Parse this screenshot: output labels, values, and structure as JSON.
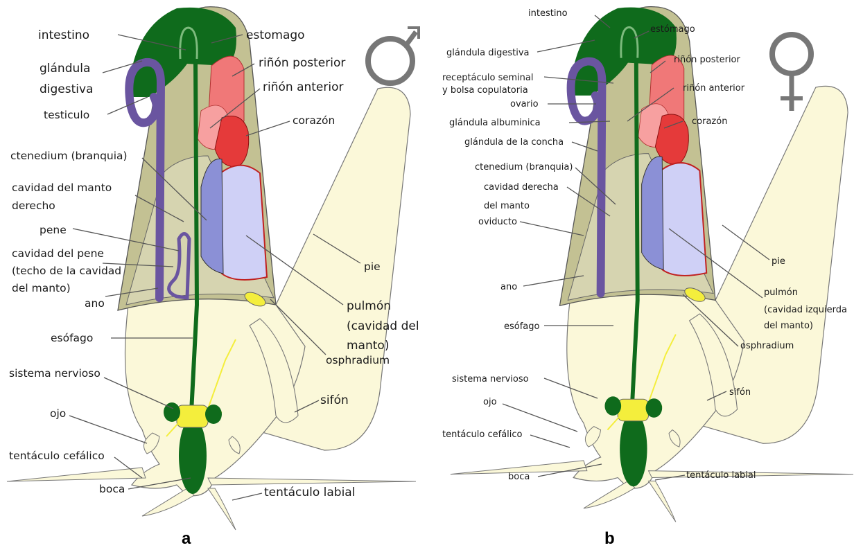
{
  "colors": {
    "body_cream": "#fbf8d9",
    "mantle_olive": "#c3c193",
    "digestive_green": "#0f6b1c",
    "gonad_purple": "#6a55a0",
    "kidney_red": "#f07878",
    "heart_red": "#e53a3a",
    "lung_lavender": "#cfd0f6",
    "gill_blue": "#8b90d6",
    "nerve_yellow": "#f4ee3c",
    "symbol_gray": "#777777"
  },
  "panels": [
    {
      "letter": "a",
      "symbol": "male-symbol",
      "labels": {
        "intestino": "intestino",
        "estomago": "estomago",
        "glandula_1": "glándula",
        "glandula_2": "digestiva",
        "rinon_posterior": "riñón posterior",
        "rinon_anterior": "riñón anterior",
        "testiculo": "testiculo",
        "corazon": "corazón",
        "ctenedium": "ctenedium (branquia)",
        "cavidad_manto_1": "cavidad del manto",
        "cavidad_manto_2": "derecho",
        "pene": "pene",
        "cavidad_pene_1": "cavidad del pene",
        "cavidad_pene_2": "(techo de la cavidad",
        "cavidad_pene_3": "del manto)",
        "ano": "ano",
        "pie": "pie",
        "pulmon_1": "pulmón",
        "pulmon_2": "(cavidad del",
        "pulmon_3": "manto)",
        "osphradium": "osphradium",
        "esofago": "esófago",
        "sistema_nervioso": "sistema nervioso",
        "sifon": "sifón",
        "ojo": "ojo",
        "tentaculo_cefalico": "tentáculo cefálico",
        "boca": "boca",
        "tentaculo_labial": "tentáculo labial"
      }
    },
    {
      "letter": "b",
      "symbol": "female-symbol",
      "labels": {
        "intestino": "intestino",
        "estomago": "estómago",
        "glandula_digestiva": "glándula digestiva",
        "rinon_posterior": "riñón posterior",
        "receptaculo_1": "receptáculo seminal",
        "receptaculo_2": "y bolsa copulatoria",
        "ovario": "ovario",
        "rinon_anterior": "riñón anterior",
        "glandula_albuminica": "glándula albuminica",
        "corazon": "corazón",
        "glandula_concha": "glándula de la concha",
        "ctenedium": "ctenedium (branquia)",
        "cavidad_derecha_1": "cavidad derecha",
        "cavidad_derecha_2": "del manto",
        "oviducto": "oviducto",
        "pie": "pie",
        "ano": "ano",
        "pulmon_1": "pulmón",
        "pulmon_2": "(cavidad izquierda",
        "pulmon_3": "del manto)",
        "esofago": "esófago",
        "osphradium": "osphradium",
        "sistema_nervioso": "sistema nervioso",
        "sifon": "sifón",
        "ojo": "ojo",
        "tentaculo_cefalico": "tentáculo cefálico",
        "boca": "boca",
        "tentaculo_labial": "tentáculo labial"
      }
    }
  ]
}
